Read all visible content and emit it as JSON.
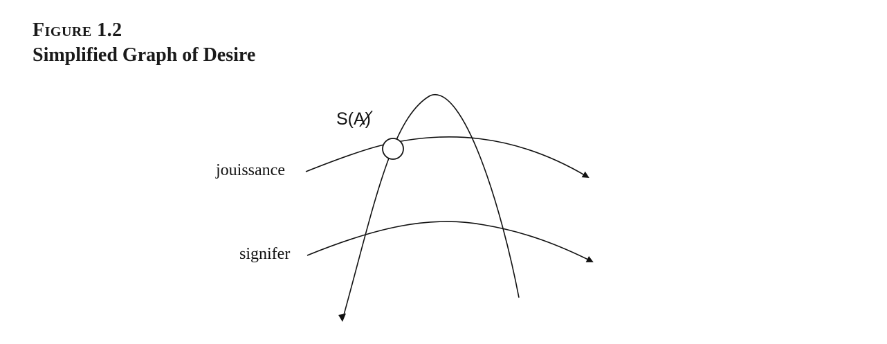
{
  "figure": {
    "label": "Figure 1.2",
    "title": "Simplified Graph of Desire"
  },
  "diagram": {
    "top_label": "S(A)",
    "line1_label": "jouissance",
    "line2_label": "signifer"
  }
}
